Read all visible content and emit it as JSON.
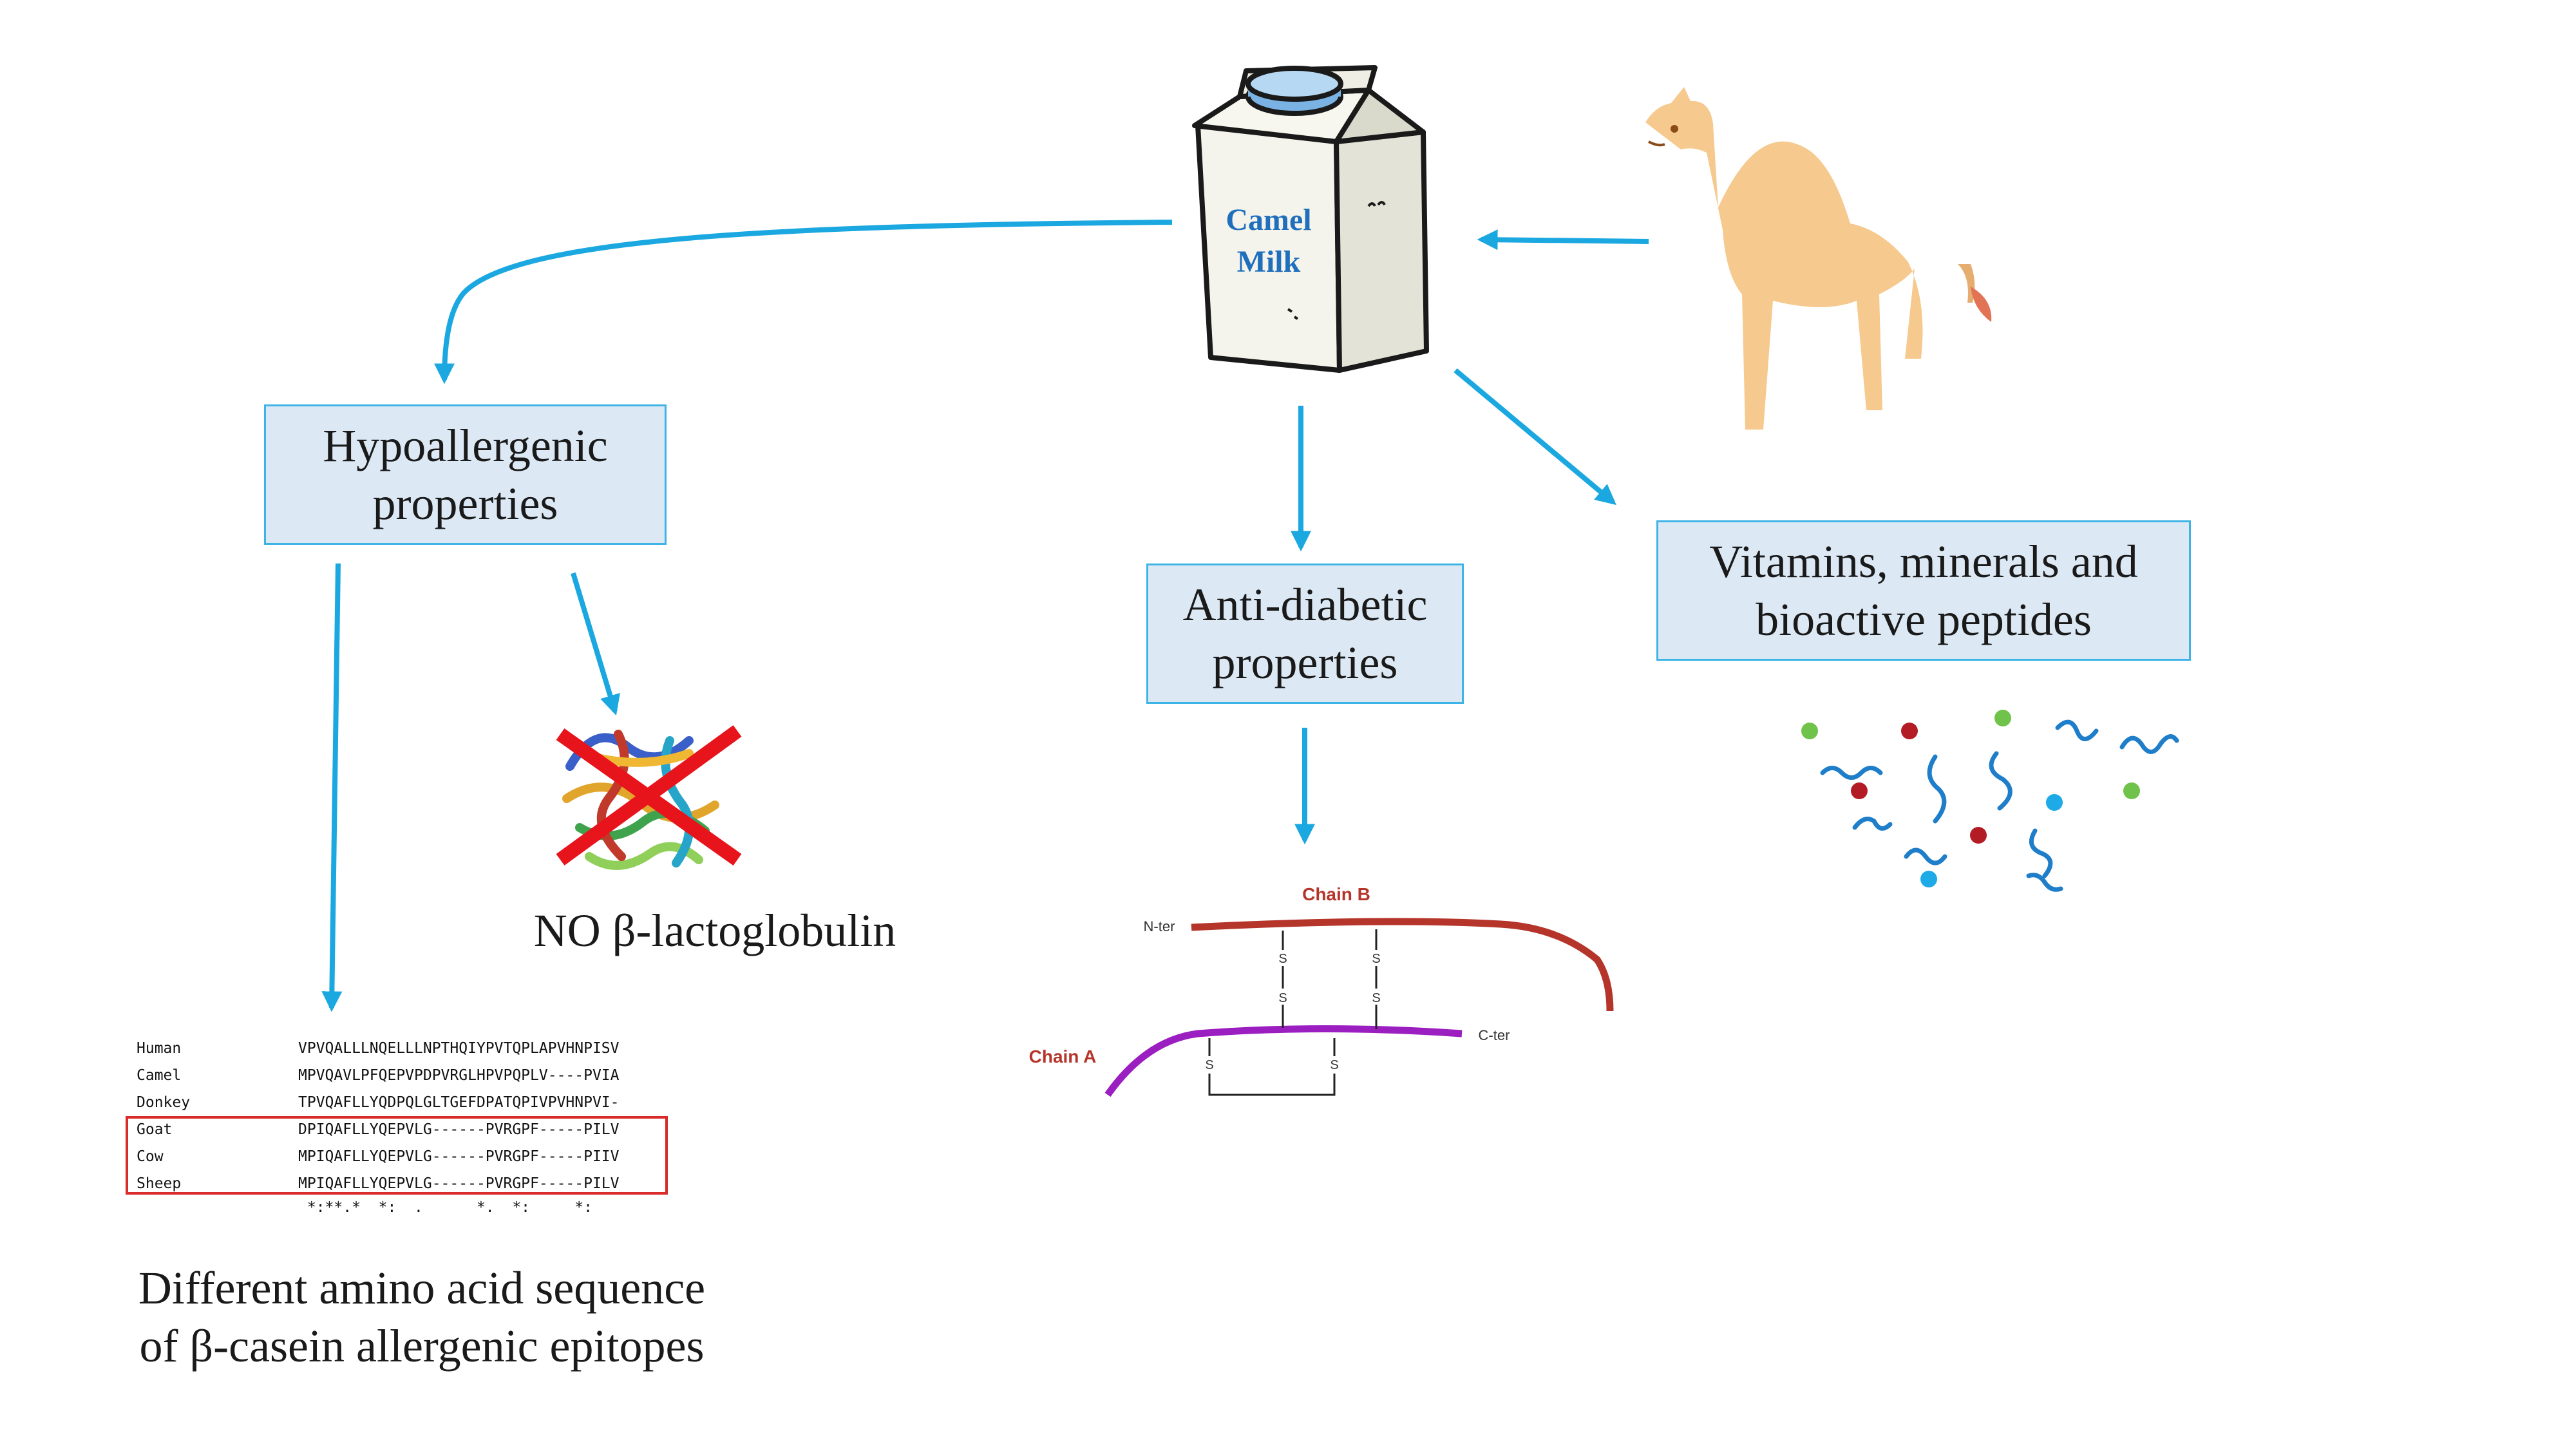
{
  "milk_carton": {
    "label_line1": "Camel",
    "label_line2": "Milk"
  },
  "boxes": {
    "hypoallergenic": {
      "line1": "Hypoallergenic",
      "line2": "properties"
    },
    "antidiabetic": {
      "line1": "Anti-diabetic",
      "line2": "properties"
    },
    "vitamins": {
      "line1": "Vitamins, minerals and",
      "line2": "bioactive peptides"
    }
  },
  "lactoglobulin_caption": "NO β-lactoglobulin",
  "casein_caption": {
    "line1": "Different amino acid sequence",
    "line2": "of  β-casein allergenic epitopes"
  },
  "alignment": {
    "rows": [
      {
        "species": "Human",
        "sequence": "VPVQALLLNQELLLNPTHQIYPVTQPLAPVHNPISV"
      },
      {
        "species": "Camel",
        "sequence": "MPVQAVLPFQEPVPDPVRGLHPVPQPLV----PVIA"
      },
      {
        "species": "Donkey",
        "sequence": "TPVQAFLLYQDPQLGLTGEFDPATQPIVPVHNPVI-"
      },
      {
        "species": "Goat",
        "sequence": "DPIQAFLLYQEPVLG------PVRGPF-----PILV"
      },
      {
        "species": "Cow",
        "sequence": "MPIQAFLLYQEPVLG------PVRGPF-----PIIV"
      },
      {
        "species": "Sheep",
        "sequence": "MPIQAFLLYQEPVLG------PVRGPF-----PILV"
      }
    ],
    "consensus": " *:**.*  *:  .      *.  *:     *:"
  },
  "insulin": {
    "chain_b": "Chain B",
    "chain_a": "Chain A",
    "n_ter": "N-ter",
    "c_ter": "C-ter",
    "sulfur": "S"
  },
  "colors": {
    "arrow": "#1ba8e0",
    "box_fill": "#dce9f5",
    "box_border": "#3eb4e6",
    "chain_b": "#b5352b",
    "chain_a": "#9b1fc0",
    "camel": "#f6c98e",
    "cross": "#e8141c"
  },
  "icons": [
    "milk-carton-icon",
    "camel-icon",
    "protein-structure-icon",
    "peptides-icon"
  ]
}
